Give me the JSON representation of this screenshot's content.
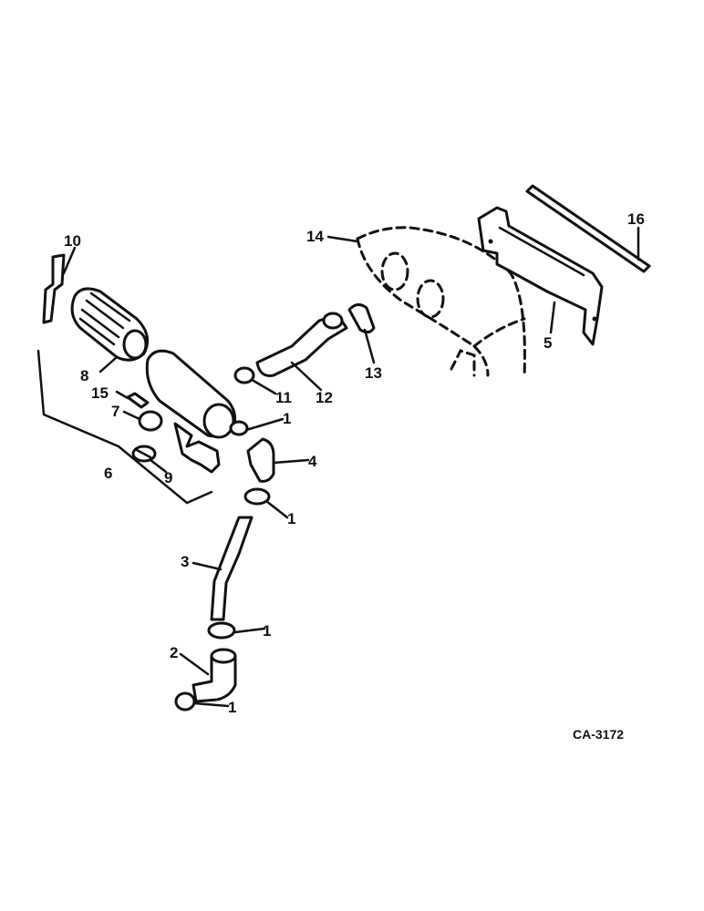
{
  "drawing_code": "CA-3172",
  "callouts": {
    "c1a": "1",
    "c1b": "1",
    "c1c": "1",
    "c1d": "1",
    "c2": "2",
    "c3": "3",
    "c4": "4",
    "c5": "5",
    "c6": "6",
    "c7": "7",
    "c8": "8",
    "c9": "9",
    "c10": "10",
    "c11": "11",
    "c12": "12",
    "c13": "13",
    "c14": "14",
    "c15": "15",
    "c16": "16"
  }
}
